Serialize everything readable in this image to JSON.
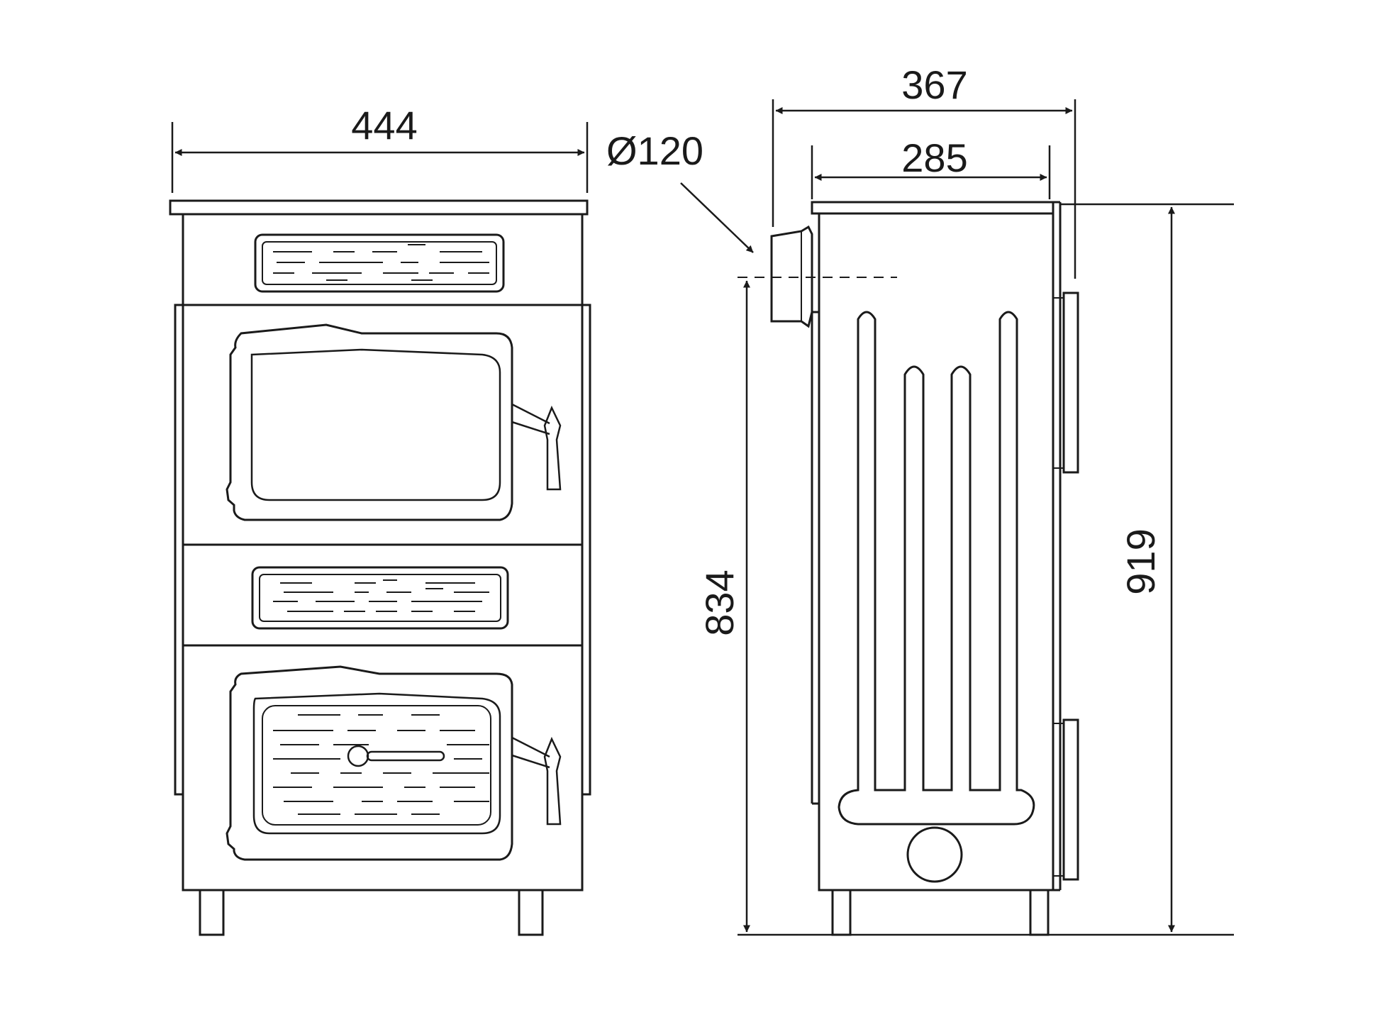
{
  "dimensions": {
    "front_width": "444",
    "flue_diameter": "Ø120",
    "side_depth_total": "367",
    "side_depth_body": "285",
    "total_height": "919",
    "flue_height": "834"
  },
  "colors": {
    "line": "#1a1a1a",
    "background": "#ffffff"
  }
}
